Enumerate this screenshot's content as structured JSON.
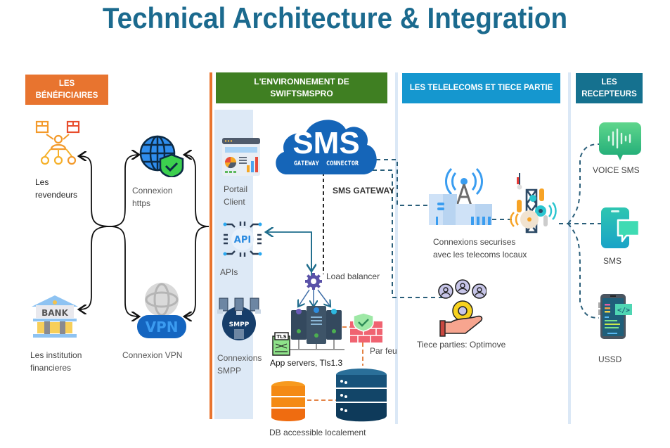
{
  "title": "Technical Architecture & Integration",
  "colors": {
    "title": "#1b6a8e",
    "beneficiaires_header": "#e8742f",
    "environnement_header": "#3f7f22",
    "telecoms_header": "#1597cf",
    "recepteurs_header": "#15718f",
    "env_panel": "#dde9f6",
    "orange_divider": "#e8742f"
  },
  "columns": {
    "beneficiaires": {
      "header_line1": "LES",
      "header_line2": "BÉNÉFICIAIRES",
      "items": [
        {
          "icon": "resellers-network-icon",
          "line1": "Les",
          "line2": "revendeurs"
        },
        {
          "icon": "bank-icon",
          "line1": "Les institution",
          "line2": "financieres"
        }
      ],
      "connections": [
        {
          "icon": "globe-shield-icon",
          "line1": "Connexion",
          "line2": "https"
        },
        {
          "icon": "vpn-icon",
          "line1": "Connexion VPN",
          "line2": ""
        }
      ]
    },
    "environnement": {
      "header_line1": "L'ENVIRONNEMENT DE",
      "header_line2": "SWIFTSMSPRO",
      "side_items": [
        {
          "icon": "dashboard-icon",
          "line1": "Portail",
          "line2": "Client"
        },
        {
          "icon": "api-icon",
          "line1": "APIs",
          "line2": ""
        },
        {
          "icon": "smpp-icon",
          "line1": "Connexions",
          "line2": "SMPP"
        }
      ],
      "cloud_main": "SMS",
      "cloud_sub": "GATEWAY  CONNECTOR",
      "sms_gateway_label": "SMS GATEWAY",
      "load_balancer": "Load balancer",
      "app_servers": "App servers, Tls1.3",
      "tls_badge": "TLS",
      "firewall": "Par feu",
      "db": "DB accessible localement"
    },
    "telecoms": {
      "header": "LES TELELECOMS ET TIECE PARTIE",
      "telecom_line1": "Connexions securises",
      "telecom_line2": "avec les telecoms locaux",
      "third_party": "Tiece parties: Optimove"
    },
    "recepteurs": {
      "header_line1": "LES",
      "header_line2": "RECEPTEURS",
      "items": [
        {
          "icon": "voice-sms-icon",
          "label": "VOICE SMS"
        },
        {
          "icon": "sms-phone-icon",
          "label": "SMS"
        },
        {
          "icon": "ussd-phone-icon",
          "label": "USSD"
        }
      ]
    }
  }
}
